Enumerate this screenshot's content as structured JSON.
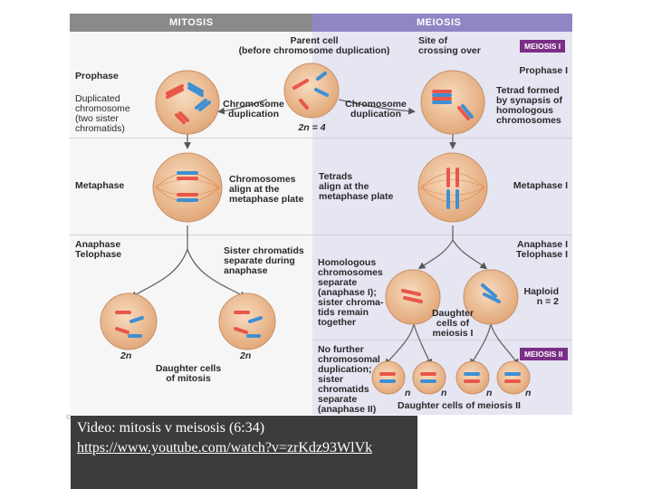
{
  "header": {
    "mitosis": "MITOSIS",
    "meiosis": "MEIOSIS"
  },
  "tags": {
    "meiosis1": "MEIOSIS I",
    "meiosis2": "MEIOSIS II"
  },
  "labels": {
    "parent_cell": "Parent cell\n(before chromosome duplication)",
    "site_crossing": "Site of\ncrossing over",
    "prophase": "Prophase",
    "duplicated": "Duplicated\nchromosome\n(two sister\nchromatids)",
    "chrom_dup_left": "Chromosome\nduplication",
    "chrom_dup_right": "Chromosome\nduplication",
    "two_n_4": "2n = 4",
    "prophase1": "Prophase I",
    "tetrad_formed": "Tetrad formed\nby synapsis of\nhomologous\nchromosomes",
    "metaphase": "Metaphase",
    "align": "Chromosomes\nalign at the\nmetaphase plate",
    "tetrads_align": "Tetrads\nalign at the\nmetaphase plate",
    "metaphase1": "Metaphase I",
    "ana_telo": "Anaphase\nTelophase",
    "sister_sep": "Sister chromatids\nseparate during\nanaphase",
    "ana_telo1": "Anaphase I\nTelophase I",
    "homologous_sep": "Homologous\nchromosomes\nseparate\n(anaphase I);\nsister chroma-\ntids remain\ntogether",
    "haploid": "Haploid\nn = 2",
    "daughter_meiosis1": "Daughter\ncells of\nmeiosis I",
    "two_n_a": "2n",
    "two_n_b": "2n",
    "daughter_mitosis": "Daughter cells\nof mitosis",
    "no_further": "No further\nchromosomal\nduplication;\nsister\nchromatids\nseparate\n(anaphase II)",
    "n1": "n",
    "n2": "n",
    "n3": "n",
    "n4": "n",
    "daughter_meiosis2": "Daughter cells of meiosis II"
  },
  "copyright": "©",
  "video": {
    "title": "Video: mitosis v meisosis (6:34)",
    "link": "https://www.youtube.com/watch?v=zrKdz93WlVk"
  },
  "colors": {
    "mitosis_header": "#8a8a8a",
    "meiosis_header": "#8f87c4",
    "mitosis_bg": "#f6f6f6",
    "meiosis_bg": "#e6e5f2",
    "tag_bg": "#7b2e86",
    "cell_fill": "#efc49c",
    "chrom_red": "#e8574a",
    "chrom_blue": "#3f8fd4"
  }
}
